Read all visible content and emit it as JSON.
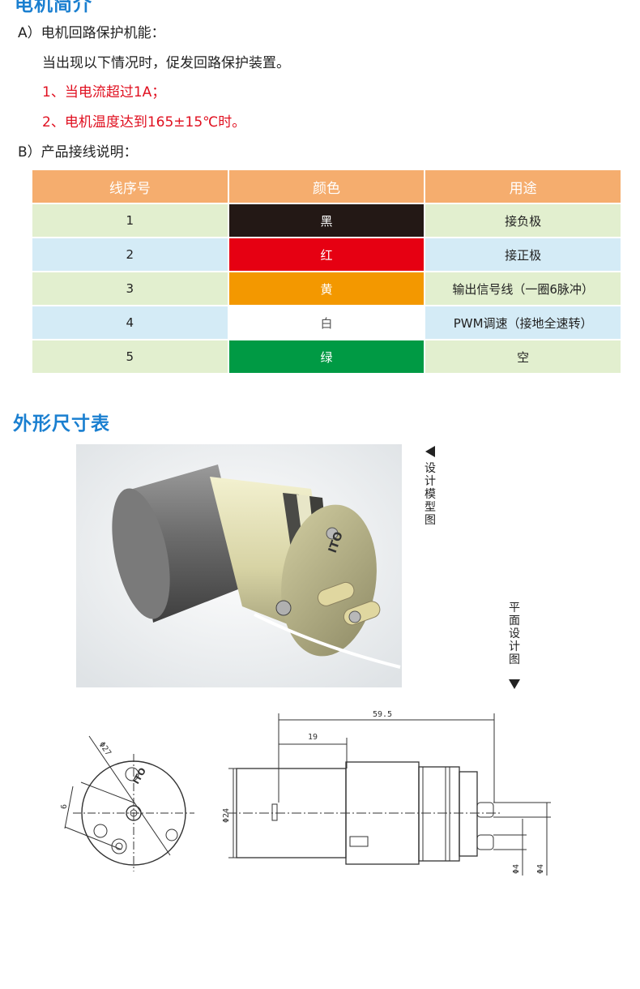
{
  "header": {
    "title": "电机简介"
  },
  "protection": {
    "heading": "A）电机回路保护机能：",
    "intro": "当出现以下情况时，促发回路保护装置。",
    "item1": "1、当电流超过1A；",
    "item2": "2、电机温度达到165±15℃时。"
  },
  "wiring": {
    "heading": "B）产品接线说明：",
    "columns": [
      "线序号",
      "颜色",
      "用途"
    ],
    "rows": [
      {
        "no": "1",
        "color_name": "黑",
        "swatch": "#231815",
        "use": "接负极"
      },
      {
        "no": "2",
        "color_name": "红",
        "swatch": "#e60012",
        "use": "接正极"
      },
      {
        "no": "3",
        "color_name": "黄",
        "swatch": "#f39800",
        "use": "输出信号线（一圈6脉冲）"
      },
      {
        "no": "4",
        "color_name": "白",
        "swatch": "#ffffff",
        "use": "PWM调速（接地全速转）"
      },
      {
        "no": "5",
        "color_name": "绿",
        "swatch": "#009a44",
        "use": "空"
      }
    ]
  },
  "dimensions": {
    "title": "外形尺寸表",
    "model_label": "设计模型图",
    "plan_label": "平面设计图",
    "logo_text": "ITO",
    "dims": {
      "phi27": "Φ27",
      "six": "6",
      "phi24": "Φ24",
      "len": "59.5",
      "nineteen": "19",
      "phi4a": "Φ4",
      "phi4b": "Φ4"
    }
  },
  "colors": {
    "accent": "#1a7fd0",
    "header_bg": "#f5ad6e",
    "row_green": "#e2efcf",
    "row_blue": "#d4ebf6",
    "red": "#e01020"
  }
}
